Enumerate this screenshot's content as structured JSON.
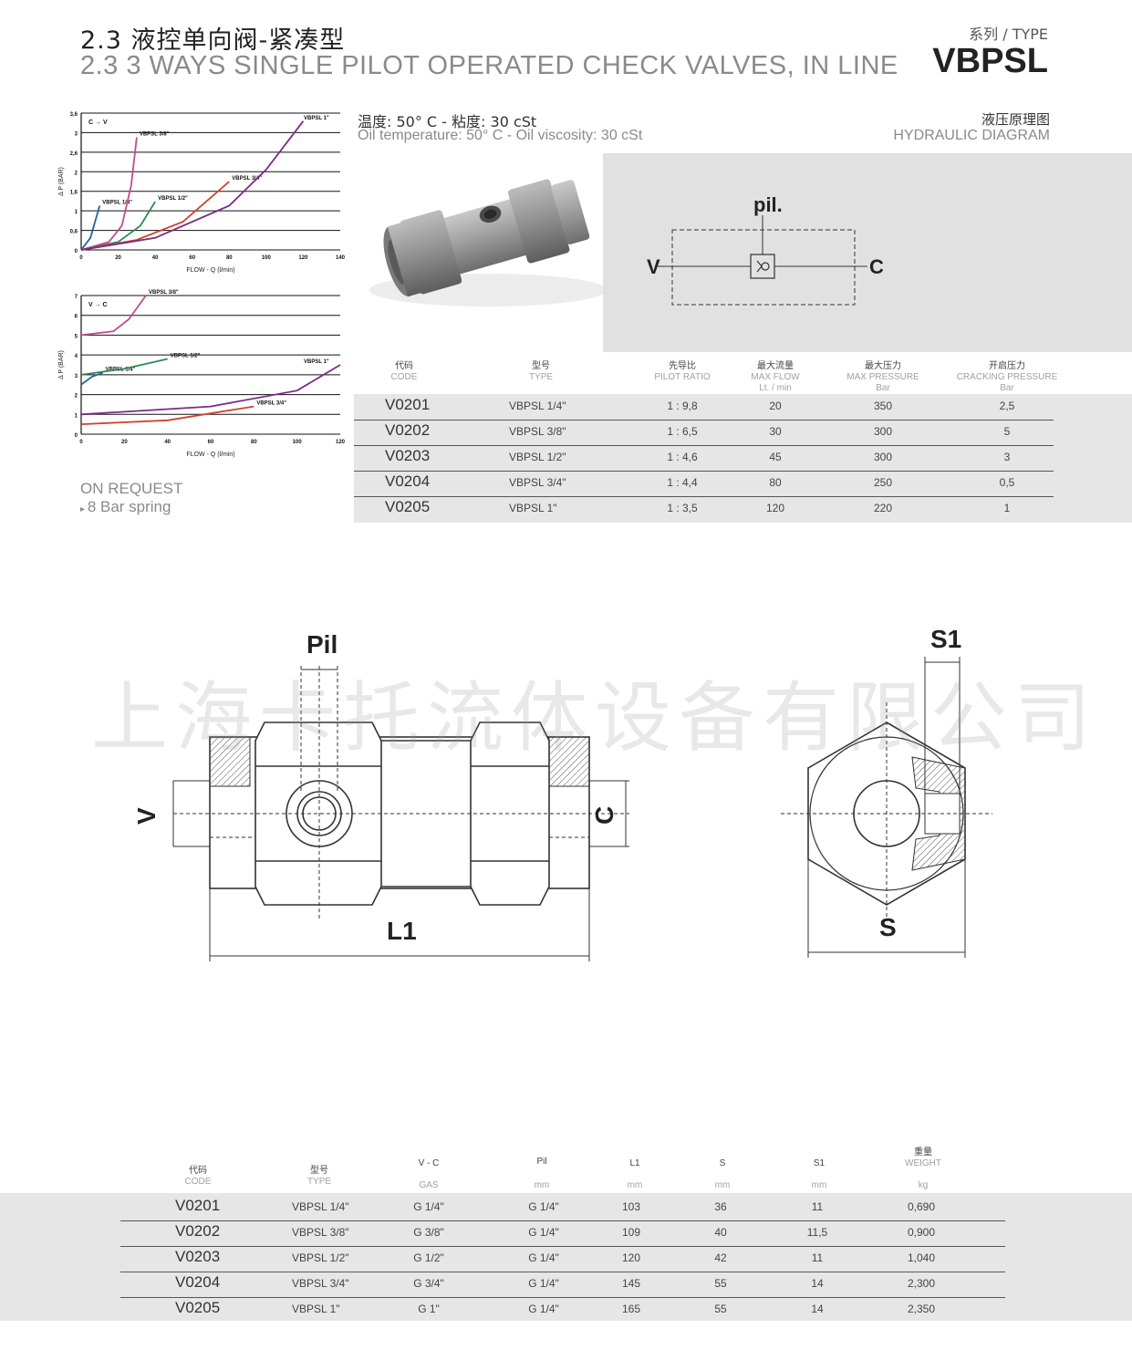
{
  "header": {
    "title_cn": "2.3 液控单向阀-紧凑型",
    "title_en": "2.3 3 WAYS SINGLE PILOT OPERATED CHECK VALVES, IN LINE",
    "series_label": "系列 /  TYPE",
    "type_code": "VBPSL"
  },
  "conditions": {
    "cn": "温度: 50° C - 粘度: 30 cSt",
    "en": "Oil temperature: 50° C - Oil viscosity: 30 cSt"
  },
  "hydraulic": {
    "title_cn": "液压原理图",
    "title_en": "HYDRAULIC DIAGRAM",
    "port_pil": "pil.",
    "port_v": "V",
    "port_c": "C"
  },
  "chart_data": [
    {
      "type": "line",
      "title": "",
      "direction_label": "C → V",
      "xlabel": "FLOW - Q (l/min)",
      "ylabel": "Δ P (BAR)",
      "xlim": [
        0,
        140
      ],
      "ylim": [
        0,
        3.4
      ],
      "xticks": [
        "0",
        "20",
        "40",
        "60",
        "80",
        "100",
        "120",
        "140"
      ],
      "yticks": [
        "0",
        "0,6",
        "1",
        "1,6",
        "2",
        "2,6",
        "3",
        "3,6"
      ],
      "series": [
        {
          "name": "VBPSL 1/4\"",
          "color": "#2a5fa0",
          "x": [
            0,
            5,
            10
          ],
          "y": [
            0,
            0.3,
            1.1
          ]
        },
        {
          "name": "VBPSL 3/8\"",
          "color": "#c24b8e",
          "x": [
            0,
            15,
            22,
            27,
            30
          ],
          "y": [
            0,
            0.2,
            0.6,
            1.6,
            2.8
          ]
        },
        {
          "name": "VBPSL 1/2\"",
          "color": "#2e8a55",
          "x": [
            0,
            20,
            32,
            40
          ],
          "y": [
            0,
            0.2,
            0.6,
            1.2
          ]
        },
        {
          "name": "VBPSL 3/4\"",
          "color": "#d2402e",
          "x": [
            0,
            30,
            55,
            80
          ],
          "y": [
            0,
            0.25,
            0.7,
            1.7
          ]
        },
        {
          "name": "VBPSL 1\"",
          "color": "#7a2a86",
          "x": [
            0,
            40,
            80,
            100,
            120
          ],
          "y": [
            0,
            0.3,
            1.1,
            2.0,
            3.2
          ]
        }
      ]
    },
    {
      "type": "line",
      "title": "",
      "direction_label": "V → C",
      "xlabel": "FLOW - Q (l/min)",
      "ylabel": "Δ P (BAR)",
      "xlim": [
        0,
        120
      ],
      "ylim": [
        0,
        7
      ],
      "xticks": [
        "0",
        "20",
        "40",
        "60",
        "80",
        "100",
        "120"
      ],
      "yticks": [
        "0",
        "1",
        "2",
        "3",
        "4",
        "5",
        "6",
        "7"
      ],
      "series": [
        {
          "name": "VBPSL 1/4\"",
          "color": "#2a5fa0",
          "x": [
            0,
            5,
            10
          ],
          "y": [
            2.5,
            2.9,
            3.1
          ]
        },
        {
          "name": "VBPSL 3/8\"",
          "color": "#c24b8e",
          "x": [
            0,
            15,
            22,
            30
          ],
          "y": [
            5.0,
            5.2,
            5.8,
            7.0
          ]
        },
        {
          "name": "VBPSL 1/2\"",
          "color": "#2e8a55",
          "x": [
            0,
            20,
            40
          ],
          "y": [
            3.0,
            3.3,
            3.8
          ]
        },
        {
          "name": "VBPSL 3/4\"",
          "color": "#d2402e",
          "x": [
            0,
            40,
            80
          ],
          "y": [
            0.5,
            0.7,
            1.4
          ]
        },
        {
          "name": "VBPSL 1\"",
          "color": "#7a2a86",
          "x": [
            0,
            60,
            100,
            120
          ],
          "y": [
            1.0,
            1.4,
            2.2,
            3.5
          ]
        }
      ]
    }
  ],
  "on_request": {
    "title": "ON REQUEST",
    "item": "8 Bar spring"
  },
  "spec_table": {
    "headers": [
      {
        "cn": "代码",
        "en": "CODE",
        "unit": ""
      },
      {
        "cn": "型号",
        "en": "TYPE",
        "unit": ""
      },
      {
        "cn": "先导比",
        "en": "PILOT RATIO",
        "unit": ""
      },
      {
        "cn": "最大流量",
        "en": "MAX FLOW",
        "unit": "Lt. / min"
      },
      {
        "cn": "最大压力",
        "en": "MAX PRESSURE",
        "unit": "Bar"
      },
      {
        "cn": "开启压力",
        "en": "CRACKING PRESSURE",
        "unit": "Bar"
      }
    ],
    "rows": [
      {
        "code": "V0201",
        "type": "VBPSL 1/4\"",
        "ratio": "1 : 9,8",
        "flow": "20",
        "pressure": "350",
        "cracking": "2,5"
      },
      {
        "code": "V0202",
        "type": "VBPSL 3/8\"",
        "ratio": "1 : 6,5",
        "flow": "30",
        "pressure": "300",
        "cracking": "5"
      },
      {
        "code": "V0203",
        "type": "VBPSL 1/2\"",
        "ratio": "1 : 4,6",
        "flow": "45",
        "pressure": "300",
        "cracking": "3"
      },
      {
        "code": "V0204",
        "type": "VBPSL 3/4\"",
        "ratio": "1 : 4,4",
        "flow": "80",
        "pressure": "250",
        "cracking": "0,5"
      },
      {
        "code": "V0205",
        "type": "VBPSL 1\"",
        "ratio": "1 : 3,5",
        "flow": "120",
        "pressure": "220",
        "cracking": "1"
      }
    ]
  },
  "drawing": {
    "label_pil": "Pil",
    "label_v": "V",
    "label_c": "C",
    "label_l1": "L1",
    "label_s1": "S1",
    "label_s": "S"
  },
  "watermark": "上海卡托流体设备有限公司",
  "dim_table": {
    "headers": [
      {
        "cn": "代码",
        "en": "CODE",
        "unit": ""
      },
      {
        "cn": "型号",
        "en": "TYPE",
        "unit": ""
      },
      {
        "cn": "V - C",
        "en": "",
        "unit": "GAS"
      },
      {
        "cn": "Pil",
        "en": "",
        "unit": "mm"
      },
      {
        "cn": "L1",
        "en": "",
        "unit": "mm"
      },
      {
        "cn": "S",
        "en": "",
        "unit": "mm"
      },
      {
        "cn": "S1",
        "en": "",
        "unit": "mm"
      },
      {
        "cn": "重量",
        "en": "WEIGHT",
        "unit": "kg"
      }
    ],
    "rows": [
      {
        "code": "V0201",
        "type": "VBPSL 1/4\"",
        "vc": "G 1/4\"",
        "pil": "G 1/4\"",
        "l1": "103",
        "s": "36",
        "s1": "11",
        "weight": "0,690"
      },
      {
        "code": "V0202",
        "type": "VBPSL 3/8\"",
        "vc": "G 3/8\"",
        "pil": "G 1/4\"",
        "l1": "109",
        "s": "40",
        "s1": "11,5",
        "weight": "0,900"
      },
      {
        "code": "V0203",
        "type": "VBPSL 1/2\"",
        "vc": "G 1/2\"",
        "pil": "G 1/4\"",
        "l1": "120",
        "s": "42",
        "s1": "11",
        "weight": "1,040"
      },
      {
        "code": "V0204",
        "type": "VBPSL 3/4\"",
        "vc": "G 3/4\"",
        "pil": "G 1/4\"",
        "l1": "145",
        "s": "55",
        "s1": "14",
        "weight": "2,300"
      },
      {
        "code": "V0205",
        "type": "VBPSL 1\"",
        "vc": "G 1\"",
        "pil": "G 1/4\"",
        "l1": "165",
        "s": "55",
        "s1": "14",
        "weight": "2,350"
      }
    ]
  }
}
